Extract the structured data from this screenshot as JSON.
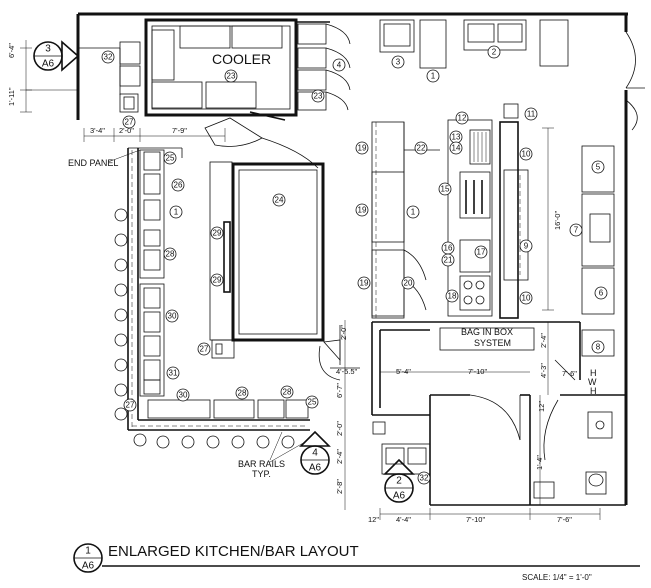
{
  "title": "ENLARGED KITCHEN/BAR LAYOUT",
  "title_marker": {
    "number": "1",
    "sheet": "A6"
  },
  "scale_text": "SCALE: 1/4\" = 1'-0\"",
  "labels": {
    "cooler": "COOLER",
    "end_panel": "END PANEL",
    "bag_in_box_1": "BAG IN BOX",
    "bag_in_box_2": "SYSTEM",
    "bar_rails_1": "BAR RAILS",
    "bar_rails_2": "TYP.",
    "hwh_1": "H",
    "hwh_2": "W",
    "hwh_3": "H"
  },
  "section_markers": [
    {
      "number": "3",
      "sheet": "A6"
    },
    {
      "number": "4",
      "sheet": "A6"
    },
    {
      "number": "2",
      "sheet": "A6"
    }
  ],
  "dimensions": {
    "d_6_4": "6'-4\"",
    "d_1_11": "1'-11\"",
    "d_3_4": "3'-4\"",
    "d_2_0_a": "2'-0\"",
    "d_7_9": "7'-9\"",
    "d_16_0": "16'-0\"",
    "d_2_4_a": "2'-4\"",
    "d_4_3": "4'-3\"",
    "d_7_6_a": "7'-6\"",
    "d_4_5_5": "4'-5.5\"",
    "d_5_4": "5'-4\"",
    "d_7_10_a": "7'-10\"",
    "d_6_7": "6'-7\"",
    "d_2_0_b": "2'-0\"",
    "d_2_4_b": "2'-4\"",
    "d_2_8": "2'-8\"",
    "d_12": "12\"",
    "d_4_4": "4'-4\"",
    "d_7_10_b": "7'-10\"",
    "d_7_6_b": "7'-6\"",
    "d_12b": "12\"",
    "d_1_4": "1'-4\"",
    "d_2_0_c": "2'-0\""
  },
  "tags": [
    "1",
    "2",
    "3",
    "4",
    "5",
    "6",
    "7",
    "8",
    "9",
    "10",
    "11",
    "12",
    "13",
    "14",
    "15",
    "16",
    "17",
    "18",
    "19",
    "20",
    "21",
    "22",
    "23",
    "24",
    "25",
    "26",
    "27",
    "28",
    "29",
    "30",
    "31",
    "32"
  ]
}
